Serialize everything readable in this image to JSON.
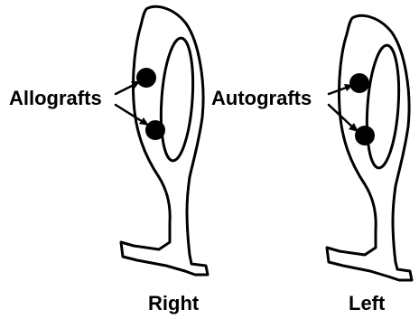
{
  "figure": {
    "left_panel": {
      "graft_label": "Allografts",
      "caption": "Right"
    },
    "right_panel": {
      "graft_label": "Autografts",
      "caption": "Left"
    },
    "colors": {
      "ink": "#000000",
      "background": "#ffffff"
    }
  }
}
